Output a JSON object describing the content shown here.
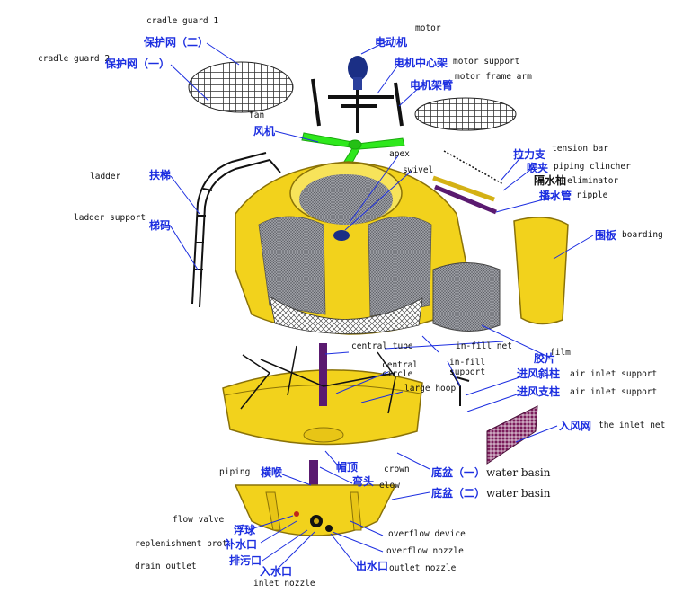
{
  "labels": {
    "cradle_guard_1_en": "cradle guard 1",
    "cradle_guard_2_cn": "保护网（二）",
    "cradle_guard_2_en": "cradle guard 2",
    "cradle_guard_1_cn": "保护网（一）",
    "motor_en": "motor",
    "motor_cn": "电动机",
    "motor_support_cn": "电机中心架",
    "motor_support_en": "motor support",
    "motor_frame_arm_en": "motor frame arm",
    "motor_frame_arm_cn": "电机架臂",
    "fan_en": "fan",
    "fan_cn": "风机",
    "tension_bar_en": "tension bar",
    "tension_bar_cn": "拉力支",
    "piping_clincher_cn": "喉夹",
    "piping_clincher_en": "piping clincher",
    "eliminator_cn": "隔水柚",
    "eliminator_en": "eliminator",
    "nipple_cn": "播水管",
    "nipple_en": "nipple",
    "apex_en": "apex",
    "swivel_en": "swivel",
    "ladder_en": "ladder",
    "ladder_cn": "扶梯",
    "ladder_support_en": "ladder support",
    "ladder_support_cn": "梯码",
    "boarding_cn": "围板",
    "boarding_en": "boarding",
    "central_tube_en": "central tube",
    "infill_net_en": "in-fill net",
    "film_cn": "胶片",
    "film_en": "film",
    "central_circle_en_1": "central",
    "central_circle_en_2": "circle",
    "infill_support_en_1": "in-fill",
    "infill_support_en_2": "support",
    "air_inlet_support_1_cn": "进风斜柱",
    "air_inlet_support_1_en": "air inlet support",
    "large_hoop_en": "large hoop",
    "air_inlet_support_2_cn": "进风支柱",
    "air_inlet_support_2_en": "air  inlet support",
    "inlet_net_cn": "入风网",
    "inlet_net_en": "the inlet net",
    "piping_en": "piping",
    "piping_cn": "横喉",
    "crown_cn": "帽顶",
    "crown_en": "crown",
    "water_basin_1_cn": "底盆（一）",
    "water_basin_1_en": "water basin",
    "elbow_cn": "弯头",
    "elbow_en": "elow",
    "water_basin_2_cn": "底盆（二）",
    "water_basin_2_en": "water basin",
    "flow_valve_en": "flow valve",
    "flow_valve_cn": "浮球",
    "replenishment_en": "replenishment prot",
    "replenishment_cn": "补水口",
    "overflow_device_en": "overflow device",
    "overflow_nozzle_en": "overflow nozzle",
    "drain_outlet_en": "drain outlet",
    "drain_outlet_cn": "排污口",
    "outlet_nozzle_cn": "出水口",
    "outlet_nozzle_en": "outlet nozzle",
    "inlet_nozzle_cn": "入水口",
    "inlet_nozzle_en": "inlet nozzle"
  },
  "colors": {
    "yellow": "#f2d21c",
    "yellow_dark": "#c9a90f",
    "fill_gray": "#8e9096",
    "purple": "#5a1a70",
    "green": "#2ee81c",
    "navy": "#1b2f85",
    "leader_line": "#1c2ee0",
    "label_cn": "#1c2ee0",
    "label_en": "#111111"
  }
}
